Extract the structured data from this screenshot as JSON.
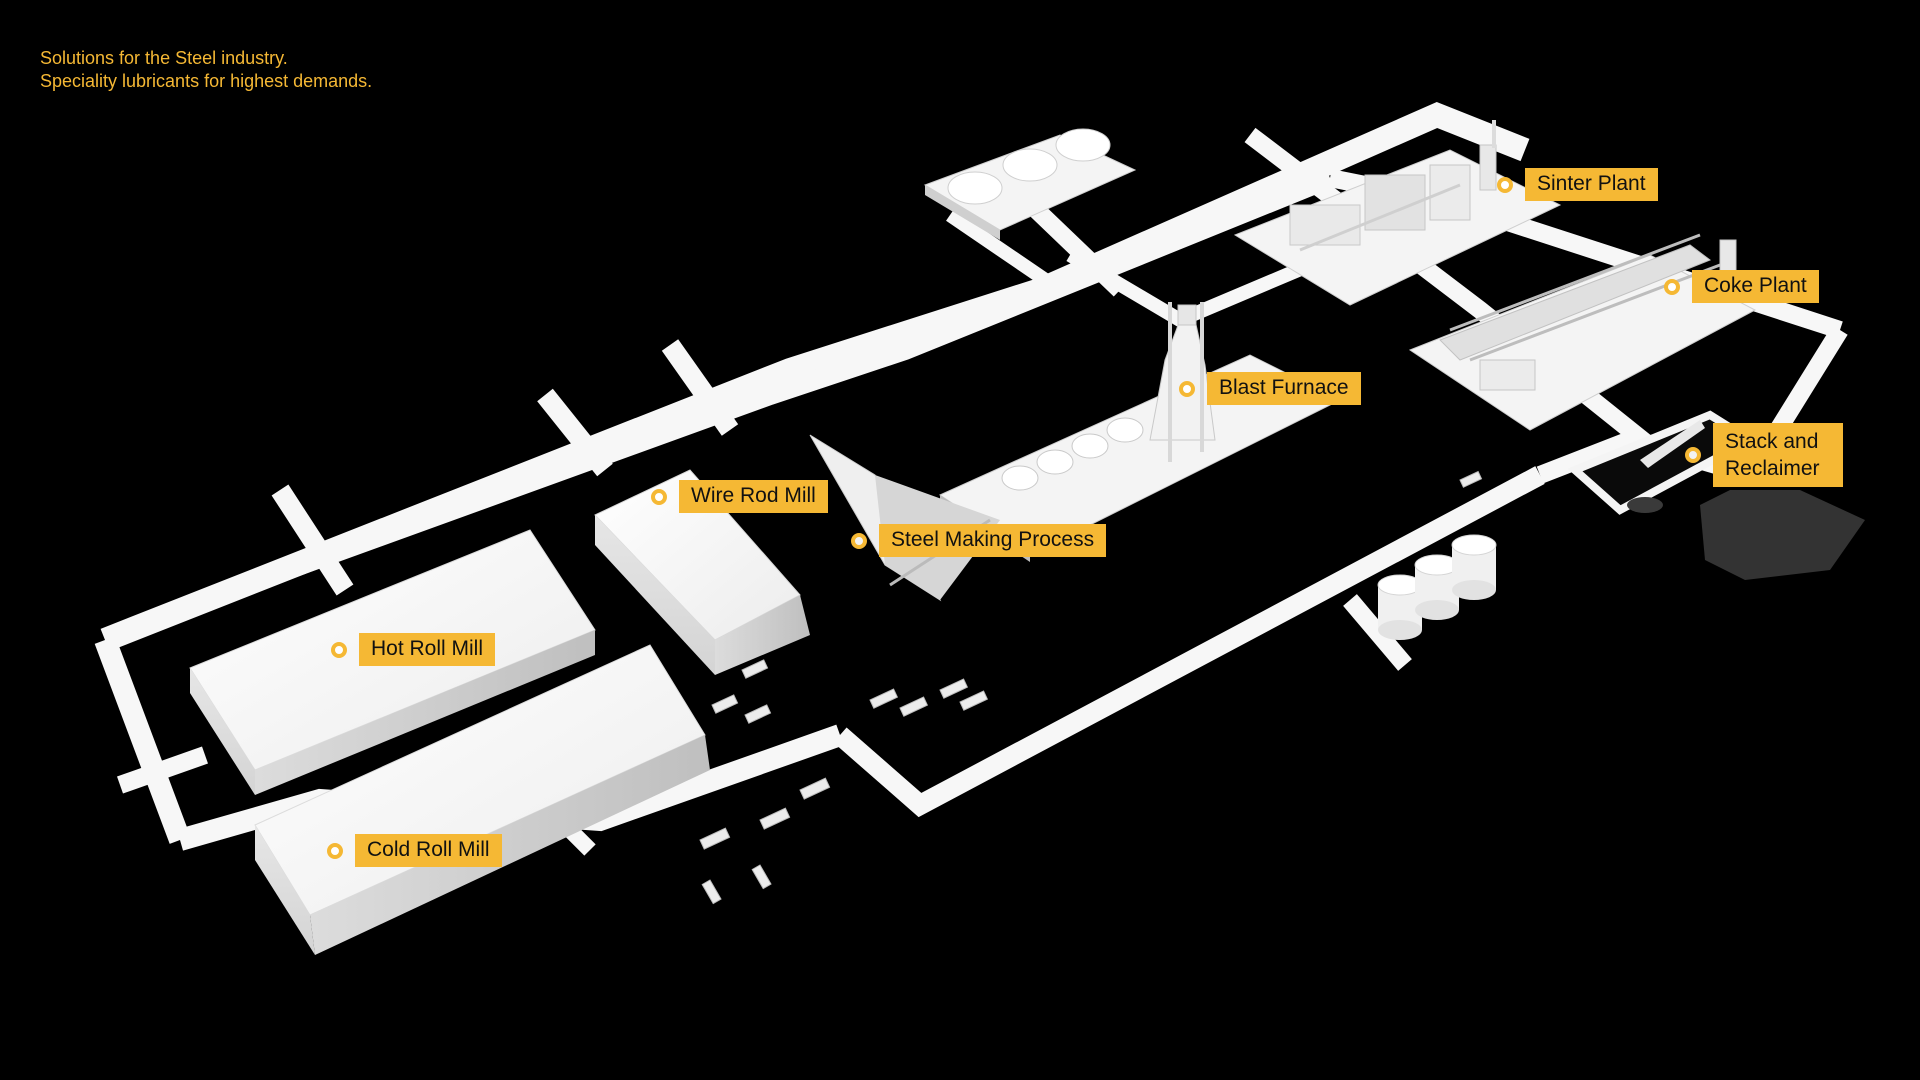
{
  "tagline": {
    "line1": "Solutions for the Steel industry.",
    "line2": "Speciality lubricants for highest demands."
  },
  "hotspots": [
    {
      "id": "sinter-plant",
      "label": "Sinter Plant"
    },
    {
      "id": "coke-plant",
      "label": "Coke Plant"
    },
    {
      "id": "blast-furnace",
      "label": "Blast Furnace"
    },
    {
      "id": "stack-and-reclaimer",
      "label": "Stack and Reclaimer"
    },
    {
      "id": "wire-rod-mill",
      "label": "Wire Rod Mill"
    },
    {
      "id": "steel-making-process",
      "label": "Steel Making Process"
    },
    {
      "id": "hot-roll-mill",
      "label": "Hot Roll Mill"
    },
    {
      "id": "cold-roll-mill",
      "label": "Cold Roll Mill"
    }
  ],
  "colors": {
    "background": "#000000",
    "accent": "#f5b834",
    "label_text": "#111111",
    "model": "#f2f2f2"
  }
}
